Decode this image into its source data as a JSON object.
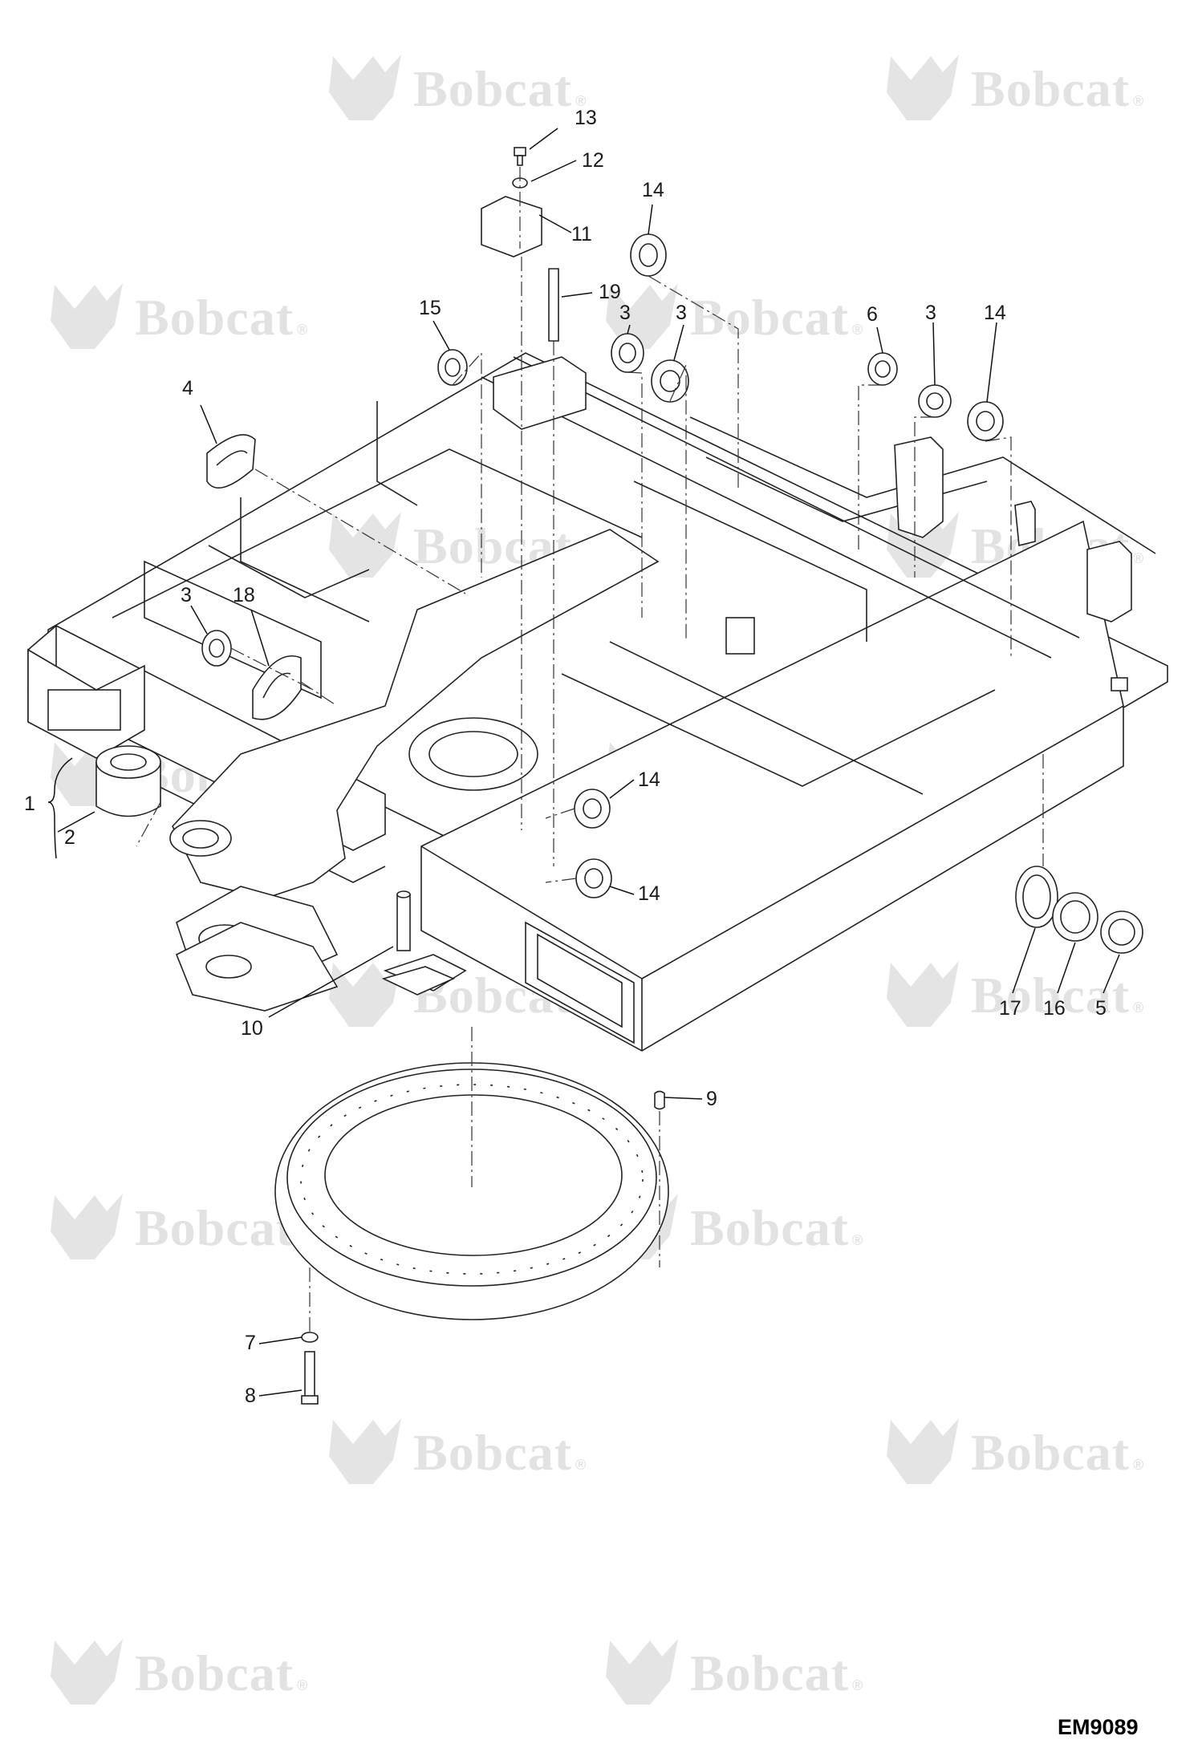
{
  "watermark": {
    "brand": "Bobcat",
    "reg_mark": "®"
  },
  "diagram_code": "EM9089",
  "callouts": [
    "1",
    "2",
    "3",
    "4",
    "5",
    "6",
    "7",
    "8",
    "9",
    "10",
    "11",
    "12",
    "13",
    "14",
    "15",
    "16",
    "17",
    "18",
    "19"
  ]
}
